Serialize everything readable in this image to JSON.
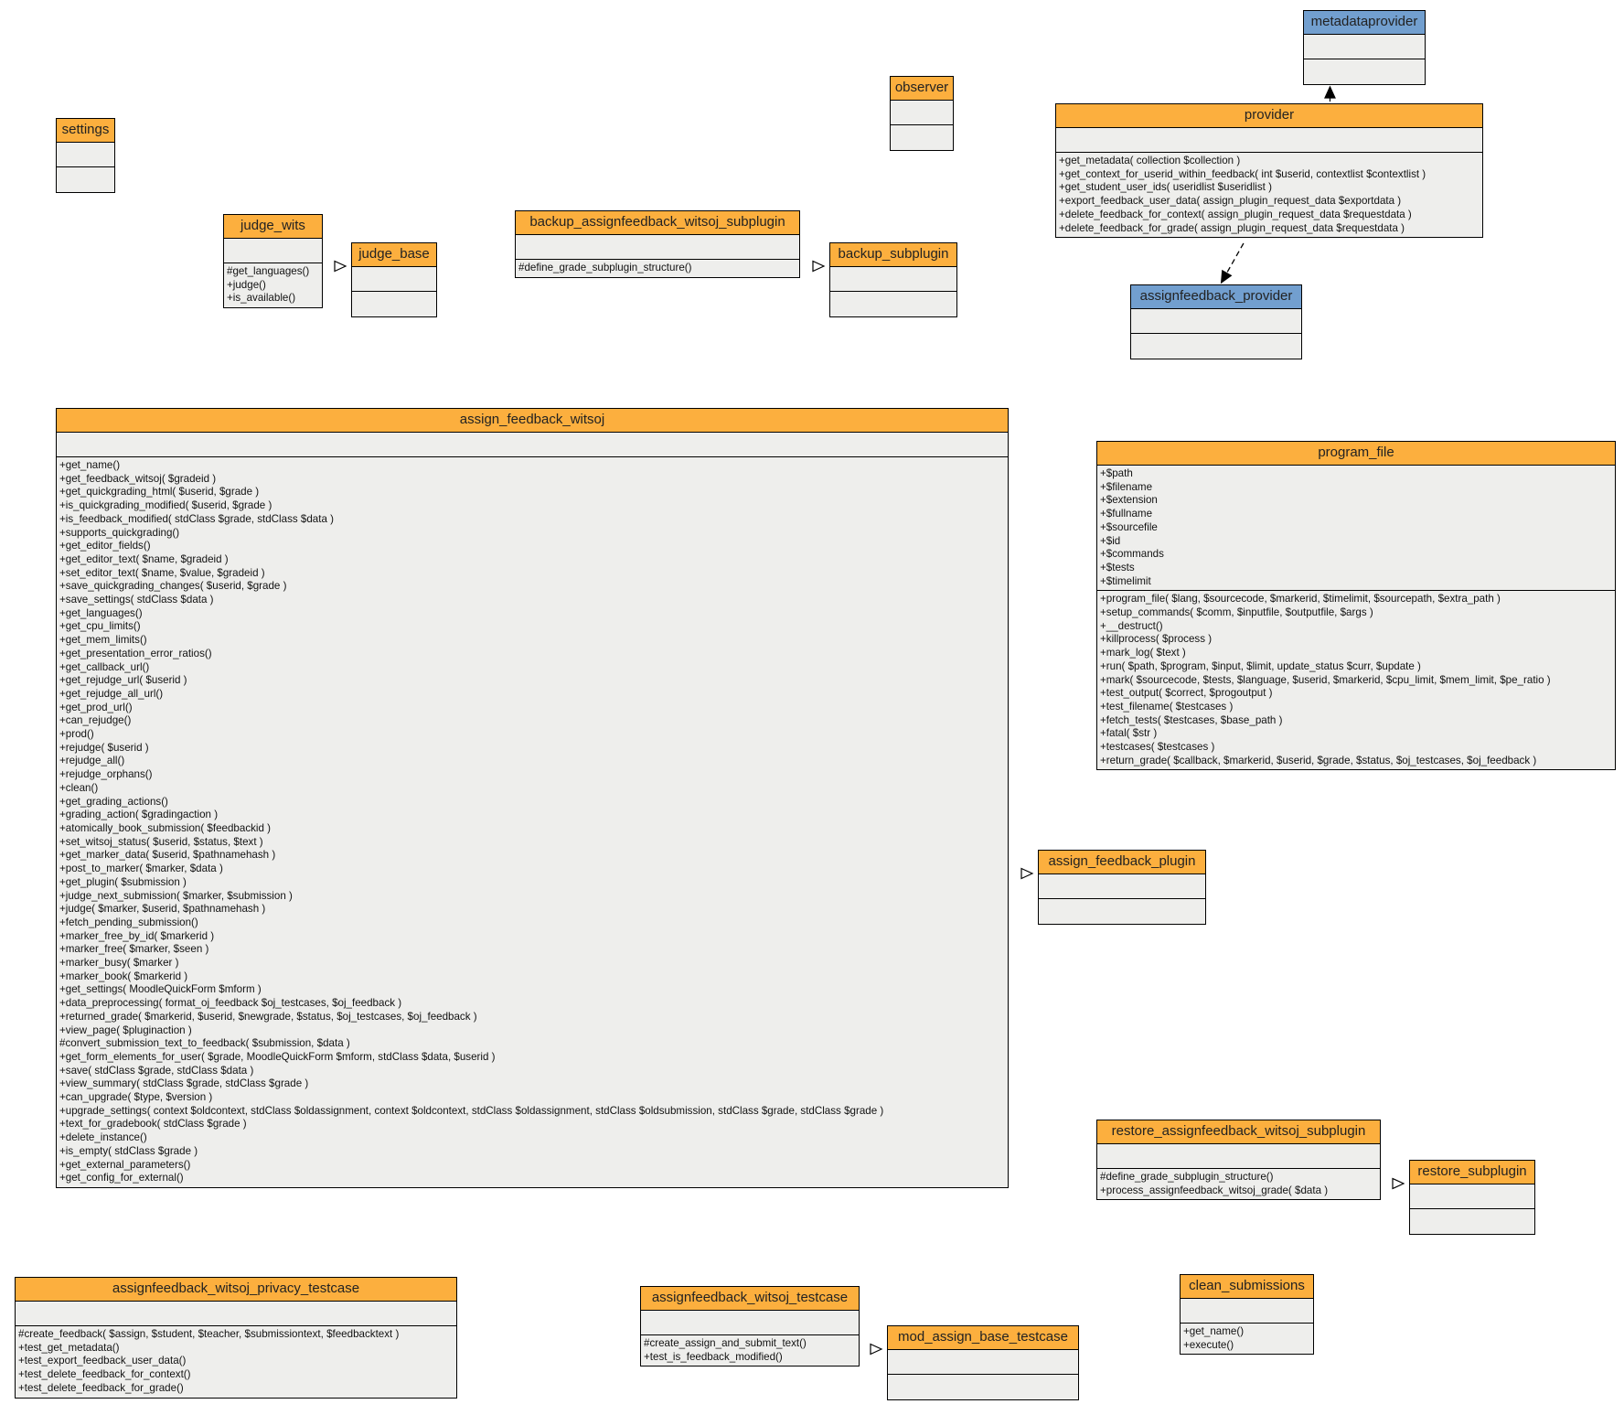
{
  "classes": [
    {
      "id": "settings",
      "name": "settings",
      "color": "#fcaf3e",
      "attributes": [],
      "methods": []
    },
    {
      "id": "judge_wits",
      "name": "judge_wits",
      "color": "#fcaf3e",
      "attributes": [],
      "methods": [
        "#get_languages()",
        "+judge()",
        "+is_available()"
      ]
    },
    {
      "id": "judge_base",
      "name": "judge_base",
      "color": "#fcaf3e",
      "attributes": [],
      "methods": []
    },
    {
      "id": "backup_sub",
      "name": "backup_assignfeedback_witsoj_subplugin",
      "color": "#fcaf3e",
      "attributes": [],
      "methods": [
        "#define_grade_subplugin_structure()"
      ]
    },
    {
      "id": "backup_subplugin",
      "name": "backup_subplugin",
      "color": "#fcaf3e",
      "attributes": [],
      "methods": []
    },
    {
      "id": "observer",
      "name": "observer",
      "color": "#fcaf3e",
      "attributes": [],
      "methods": []
    },
    {
      "id": "metadataprovider",
      "name": "metadataprovider",
      "color": "#729fcf",
      "attributes": [],
      "methods": []
    },
    {
      "id": "provider",
      "name": "provider",
      "color": "#fcaf3e",
      "attributes": [],
      "methods": [
        "+get_metadata( collection $collection )",
        "+get_context_for_userid_within_feedback( int $userid, contextlist $contextlist )",
        "+get_student_user_ids( useridlist $useridlist )",
        "+export_feedback_user_data( assign_plugin_request_data $exportdata )",
        "+delete_feedback_for_context( assign_plugin_request_data $requestdata )",
        "+delete_feedback_for_grade( assign_plugin_request_data $requestdata )"
      ]
    },
    {
      "id": "assignfeedback_provider",
      "name": "assignfeedback_provider",
      "color": "#729fcf",
      "attributes": [],
      "methods": []
    },
    {
      "id": "assign_feedback_witsoj",
      "name": "assign_feedback_witsoj",
      "color": "#fcaf3e",
      "attributes": [],
      "methods": [
        "+get_name()",
        "+get_feedback_witsoj( $gradeid )",
        "+get_quickgrading_html( $userid, $grade )",
        "+is_quickgrading_modified( $userid, $grade )",
        "+is_feedback_modified( stdClass $grade, stdClass $data )",
        "+supports_quickgrading()",
        "+get_editor_fields()",
        "+get_editor_text( $name, $gradeid )",
        "+set_editor_text( $name, $value, $gradeid )",
        "+save_quickgrading_changes( $userid, $grade )",
        "+save_settings( stdClass $data )",
        "+get_languages()",
        "+get_cpu_limits()",
        "+get_mem_limits()",
        "+get_presentation_error_ratios()",
        "+get_callback_url()",
        "+get_rejudge_url( $userid )",
        "+get_rejudge_all_url()",
        "+get_prod_url()",
        "+can_rejudge()",
        "+prod()",
        "+rejudge( $userid )",
        "+rejudge_all()",
        "+rejudge_orphans()",
        "+clean()",
        "+get_grading_actions()",
        "+grading_action( $gradingaction )",
        "+atomically_book_submission( $feedbackid )",
        "+set_witsoj_status( $userid, $status, $text )",
        "+get_marker_data( $userid, $pathnamehash )",
        "+post_to_marker( $marker, $data )",
        "+get_plugin( $submission )",
        "+judge_next_submission( $marker, $submission )",
        "+judge( $marker, $userid, $pathnamehash )",
        "+fetch_pending_submission()",
        "+marker_free_by_id( $markerid )",
        "+marker_free( $marker, $seen )",
        "+marker_busy( $marker )",
        "+marker_book( $markerid )",
        "+get_settings( MoodleQuickForm $mform )",
        "+data_preprocessing( format_oj_feedback $oj_testcases, $oj_feedback )",
        "+returned_grade( $markerid, $userid, $newgrade, $status, $oj_testcases, $oj_feedback )",
        "+view_page( $pluginaction )",
        "#convert_submission_text_to_feedback( $submission, $data )",
        "+get_form_elements_for_user( $grade, MoodleQuickForm $mform, stdClass $data, $userid )",
        "+save( stdClass $grade, stdClass $data )",
        "+view_summary( stdClass $grade, stdClass $grade )",
        "+can_upgrade( $type, $version )",
        "+upgrade_settings( context $oldcontext, stdClass $oldassignment, context $oldcontext, stdClass $oldassignment, stdClass $oldsubmission, stdClass $grade, stdClass $grade )",
        "+text_for_gradebook( stdClass $grade )",
        "+delete_instance()",
        "+is_empty( stdClass $grade )",
        "+get_external_parameters()",
        "+get_config_for_external()"
      ]
    },
    {
      "id": "program_file",
      "name": "program_file",
      "color": "#fcaf3e",
      "attributes": [
        "+$path",
        "+$filename",
        "+$extension",
        "+$fullname",
        "+$sourcefile",
        "+$id",
        "+$commands",
        "+$tests",
        "+$timelimit"
      ],
      "methods": [
        "+program_file( $lang, $sourcecode, $markerid, $timelimit, $sourcepath, $extra_path )",
        "+setup_commands( $comm, $inputfile, $outputfile, $args )",
        "+__destruct()",
        "+killprocess( $process )",
        "+mark_log( $text )",
        "+run( $path, $program, $input, $limit, update_status $curr, $update )",
        "+mark( $sourcecode, $tests, $language, $userid, $markerid, $cpu_limit, $mem_limit, $pe_ratio )",
        "+test_output( $correct, $progoutput )",
        "+test_filename( $testcases )",
        "+fetch_tests( $testcases, $base_path )",
        "+fatal( $str )",
        "+testcases( $testcases )",
        "+return_grade( $callback, $markerid, $userid, $grade, $status, $oj_testcases, $oj_feedback )"
      ]
    },
    {
      "id": "assign_feedback_plugin",
      "name": "assign_feedback_plugin",
      "color": "#fcaf3e",
      "attributes": [],
      "methods": []
    },
    {
      "id": "restore_sub",
      "name": "restore_assignfeedback_witsoj_subplugin",
      "color": "#fcaf3e",
      "attributes": [],
      "methods": [
        "#define_grade_subplugin_structure()",
        "+process_assignfeedback_witsoj_grade( $data )"
      ]
    },
    {
      "id": "restore_subplugin",
      "name": "restore_subplugin",
      "color": "#fcaf3e",
      "attributes": [],
      "methods": []
    },
    {
      "id": "privacy_testcase",
      "name": "assignfeedback_witsoj_privacy_testcase",
      "color": "#fcaf3e",
      "attributes": [],
      "methods": [
        "#create_feedback( $assign, $student, $teacher, $submissiontext, $feedbacktext )",
        "+test_get_metadata()",
        "+test_export_feedback_user_data()",
        "+test_delete_feedback_for_context()",
        "+test_delete_feedback_for_grade()"
      ]
    },
    {
      "id": "witsoj_testcase",
      "name": "assignfeedback_witsoj_testcase",
      "color": "#fcaf3e",
      "attributes": [],
      "methods": [
        "#create_assign_and_submit_text()",
        "+test_is_feedback_modified()"
      ]
    },
    {
      "id": "mod_assign_base_testcase",
      "name": "mod_assign_base_testcase",
      "color": "#fcaf3e",
      "attributes": [],
      "methods": []
    },
    {
      "id": "clean_submissions",
      "name": "clean_submissions",
      "color": "#fcaf3e",
      "attributes": [],
      "methods": [
        "+get_name()",
        "+execute()"
      ]
    }
  ],
  "relations": [
    {
      "from": "judge_wits",
      "to": "judge_base",
      "type": "inheritance"
    },
    {
      "from": "backup_sub",
      "to": "backup_subplugin",
      "type": "inheritance"
    },
    {
      "from": "provider",
      "to": "metadataprovider",
      "type": "realization"
    },
    {
      "from": "provider",
      "to": "assignfeedback_provider",
      "type": "dependency"
    },
    {
      "from": "assign_feedback_witsoj",
      "to": "assign_feedback_plugin",
      "type": "inheritance"
    },
    {
      "from": "restore_sub",
      "to": "restore_subplugin",
      "type": "inheritance"
    },
    {
      "from": "witsoj_testcase",
      "to": "mod_assign_base_testcase",
      "type": "inheritance"
    }
  ]
}
